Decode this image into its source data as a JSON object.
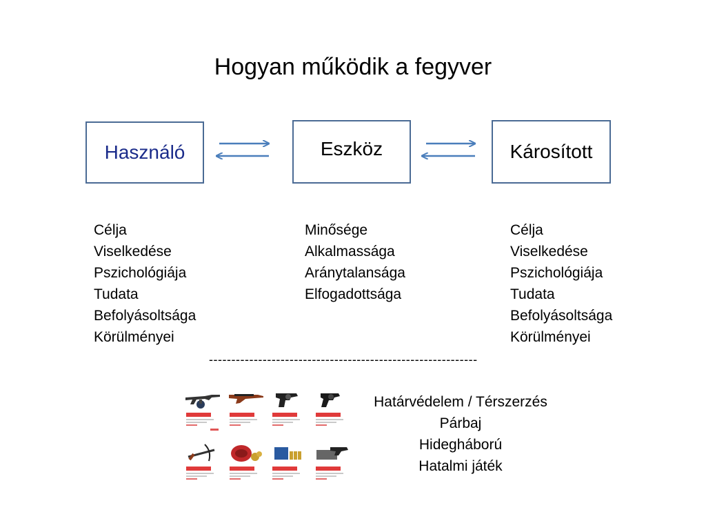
{
  "title": "Hogyan működik a fegyver",
  "boxes": {
    "user": "Használó",
    "tool": "Eszköz",
    "victim": "Károsított"
  },
  "columns": {
    "user": [
      "Célja",
      "Viselkedése",
      "Pszichológiája",
      "Tudata",
      "Befolyásoltsága",
      "Körülményei"
    ],
    "tool": [
      "Minősége",
      "Alkalmassága",
      "Aránytalansága",
      "Elfogadottsága"
    ],
    "victim": [
      "Célja",
      "Viselkedése",
      "Pszichológiája",
      "Tudata",
      "Befolyásoltsága",
      "Körülményei"
    ]
  },
  "divider": "------------------------------------------------------------",
  "contexts": [
    "Határvédelem / Térszerzés",
    "Párbaj",
    "Hidegháború",
    "Hatalmi játék"
  ],
  "product_grid": {
    "items": [
      "rifle-icon",
      "shotgun-icon",
      "revolver-icon",
      "revolver-icon",
      "crossbow-icon",
      "pellet-tin-icon",
      "ammo-box-icon",
      "pistol-case-icon"
    ]
  },
  "colors": {
    "box_border": "#4a6a94",
    "arrow": "#4a7ebb",
    "user_text": "#1a2b8a",
    "product_tag": "#e03a3a"
  }
}
